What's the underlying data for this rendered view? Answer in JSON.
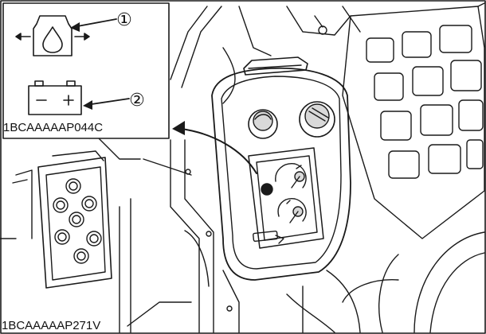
{
  "inset": {
    "code": "1BCAAAAAP044C",
    "callouts": [
      {
        "number": "①",
        "target": "oil-pressure-warning-icon"
      },
      {
        "number": "②",
        "target": "battery-charge-warning-icon"
      }
    ]
  },
  "main": {
    "code": "1BCAAAAAP271V"
  },
  "colors": {
    "line": "#1a1a1a",
    "background": "#ffffff",
    "shading": "#d9d9d9"
  }
}
